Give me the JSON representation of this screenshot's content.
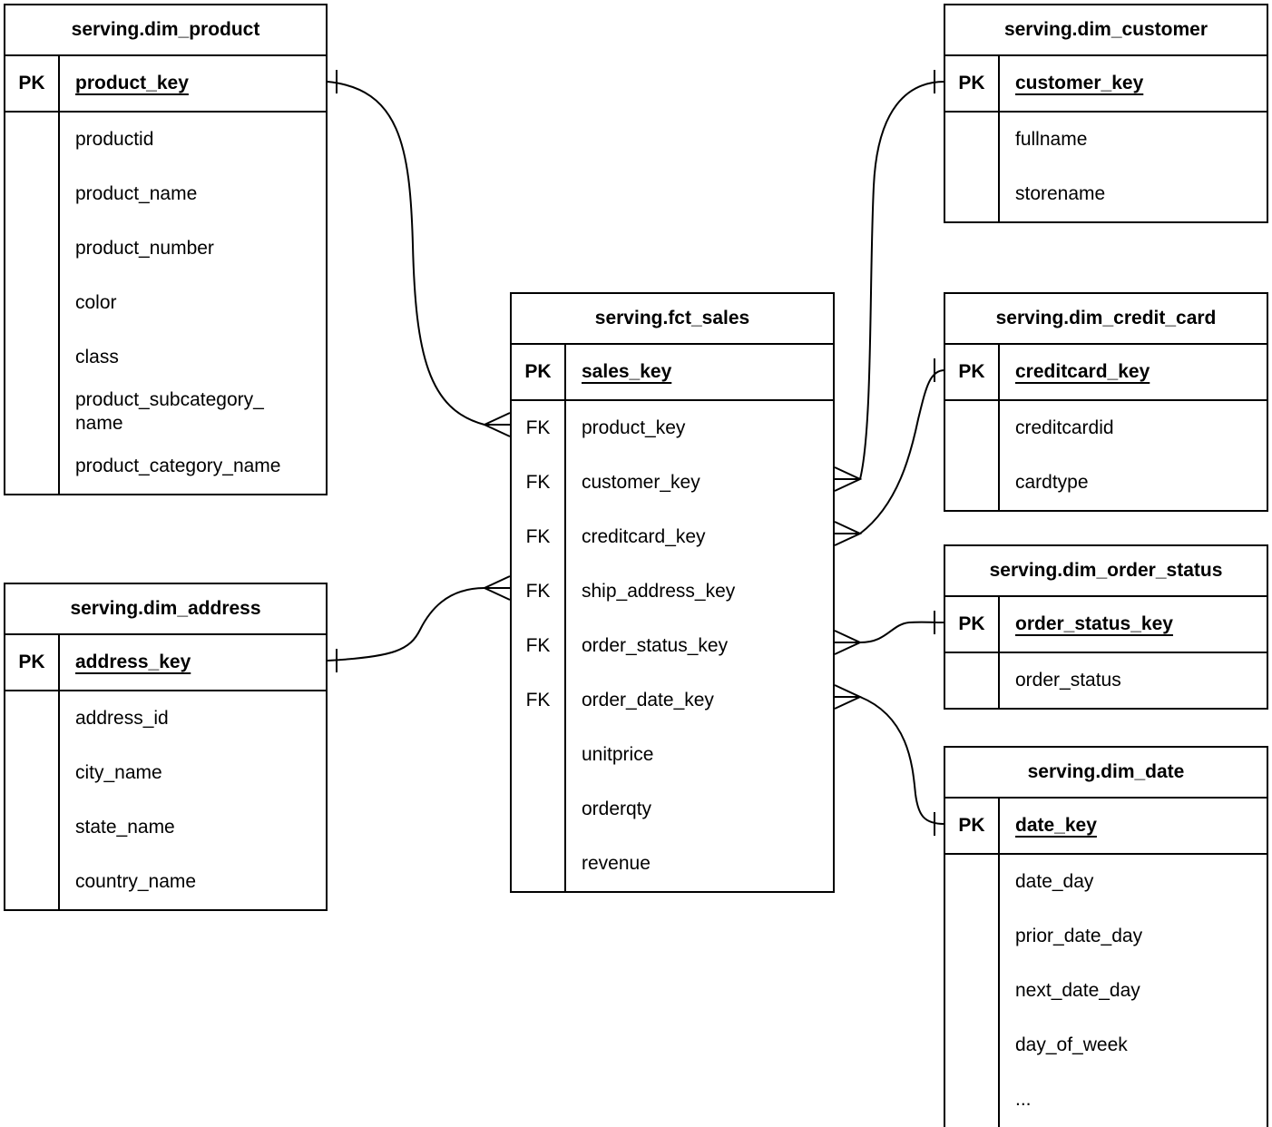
{
  "diagram": {
    "kind": "entity-relationship-diagram",
    "schema": "serving",
    "line_color": "#000000",
    "background_color": "#ffffff",
    "tables": {
      "dim_product": {
        "title": "serving.dim_product",
        "pk_badge": "PK",
        "pk_field": "product_key",
        "fields": [
          {
            "key": "",
            "name": "productid"
          },
          {
            "key": "",
            "name": "product_name"
          },
          {
            "key": "",
            "name": "product_number"
          },
          {
            "key": "",
            "name": "color"
          },
          {
            "key": "",
            "name": "class"
          },
          {
            "key": "",
            "name": "product_subcategory_name"
          },
          {
            "key": "",
            "name": "product_category_name"
          }
        ]
      },
      "dim_customer": {
        "title": "serving.dim_customer",
        "pk_badge": "PK",
        "pk_field": "customer_key",
        "fields": [
          {
            "key": "",
            "name": "fullname"
          },
          {
            "key": "",
            "name": "storename"
          }
        ]
      },
      "fct_sales": {
        "title": "serving.fct_sales",
        "pk_badge": "PK",
        "pk_field": "sales_key",
        "fields": [
          {
            "key": "FK",
            "name": "product_key"
          },
          {
            "key": "FK",
            "name": "customer_key"
          },
          {
            "key": "FK",
            "name": "creditcard_key"
          },
          {
            "key": "FK",
            "name": "ship_address_key"
          },
          {
            "key": "FK",
            "name": "order_status_key"
          },
          {
            "key": "FK",
            "name": "order_date_key"
          },
          {
            "key": "",
            "name": "unitprice"
          },
          {
            "key": "",
            "name": "orderqty"
          },
          {
            "key": "",
            "name": "revenue"
          }
        ]
      },
      "dim_credit_card": {
        "title": "serving.dim_credit_card",
        "pk_badge": "PK",
        "pk_field": "creditcard_key",
        "fields": [
          {
            "key": "",
            "name": "creditcardid"
          },
          {
            "key": "",
            "name": "cardtype"
          }
        ]
      },
      "dim_order_status": {
        "title": "serving.dim_order_status",
        "pk_badge": "PK",
        "pk_field": "order_status_key",
        "fields": [
          {
            "key": "",
            "name": "order_status"
          }
        ]
      },
      "dim_date": {
        "title": "serving.dim_date",
        "pk_badge": "PK",
        "pk_field": "date_key",
        "fields": [
          {
            "key": "",
            "name": "date_day"
          },
          {
            "key": "",
            "name": "prior_date_day"
          },
          {
            "key": "",
            "name": "next_date_day"
          },
          {
            "key": "",
            "name": "day_of_week"
          },
          {
            "key": "",
            "name": "..."
          }
        ]
      },
      "dim_address": {
        "title": "serving.dim_address",
        "pk_badge": "PK",
        "pk_field": "address_key",
        "fields": [
          {
            "key": "",
            "name": "address_id"
          },
          {
            "key": "",
            "name": "city_name"
          },
          {
            "key": "",
            "name": "state_name"
          },
          {
            "key": "",
            "name": "country_name"
          }
        ]
      }
    },
    "relationships": [
      {
        "from_table": "serving.fct_sales",
        "from_field": "product_key",
        "from_cardinality": "many",
        "to_table": "serving.dim_product",
        "to_field": "product_key",
        "to_cardinality": "one"
      },
      {
        "from_table": "serving.fct_sales",
        "from_field": "customer_key",
        "from_cardinality": "many",
        "to_table": "serving.dim_customer",
        "to_field": "customer_key",
        "to_cardinality": "one"
      },
      {
        "from_table": "serving.fct_sales",
        "from_field": "creditcard_key",
        "from_cardinality": "many",
        "to_table": "serving.dim_credit_card",
        "to_field": "creditcard_key",
        "to_cardinality": "one"
      },
      {
        "from_table": "serving.fct_sales",
        "from_field": "ship_address_key",
        "from_cardinality": "many",
        "to_table": "serving.dim_address",
        "to_field": "address_key",
        "to_cardinality": "one"
      },
      {
        "from_table": "serving.fct_sales",
        "from_field": "order_status_key",
        "from_cardinality": "many",
        "to_table": "serving.dim_order_status",
        "to_field": "order_status_key",
        "to_cardinality": "one"
      },
      {
        "from_table": "serving.fct_sales",
        "from_field": "order_date_key",
        "from_cardinality": "many",
        "to_table": "serving.dim_date",
        "to_field": "date_key",
        "to_cardinality": "one"
      }
    ]
  }
}
